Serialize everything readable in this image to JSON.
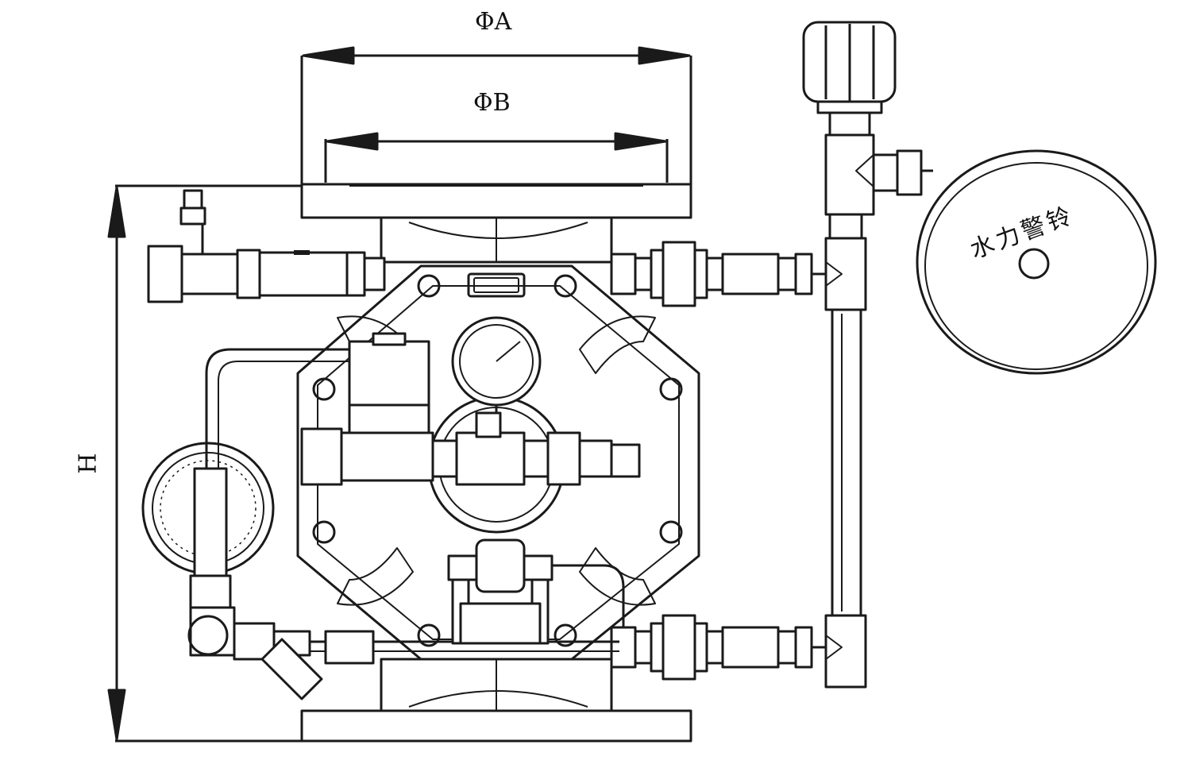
{
  "dimensions": {
    "phi_a": "ΦA",
    "phi_b": "ΦB",
    "height": "H"
  },
  "alarm_bell": {
    "label": "水力警铃"
  }
}
